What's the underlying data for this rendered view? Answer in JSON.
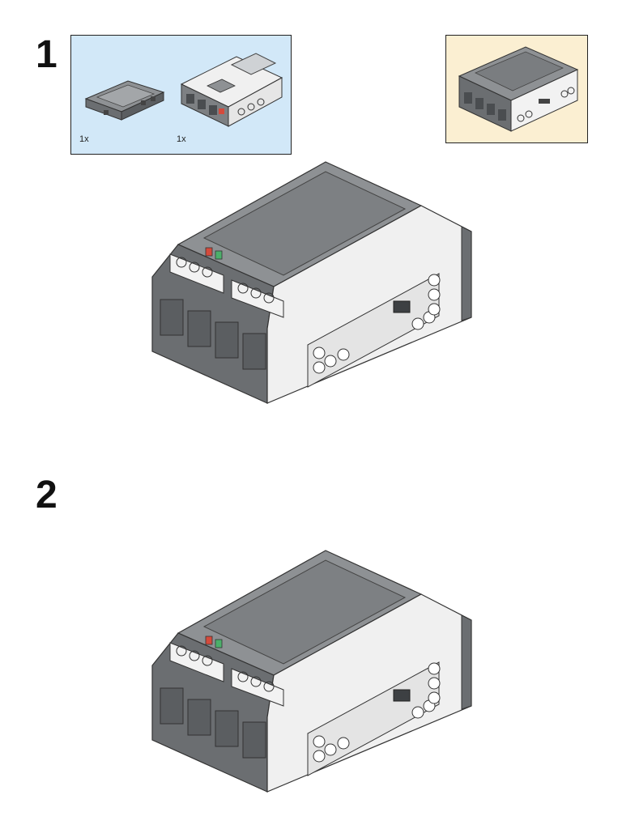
{
  "steps": [
    {
      "number": "1",
      "parts": [
        {
          "name": "battery-pack",
          "qty": "1x"
        },
        {
          "name": "ev3-brick",
          "qty": "1x"
        }
      ]
    },
    {
      "number": "2"
    }
  ],
  "colors": {
    "parts_background": "#d2e8f8",
    "result_background": "#fbefd2",
    "dark_gray": "#6b6e71",
    "medium_gray": "#8e9194",
    "light_gray": "#c9cbcd",
    "white": "#f4f4f4",
    "red_led": "#d44a3c",
    "green_led": "#4caf6a"
  }
}
